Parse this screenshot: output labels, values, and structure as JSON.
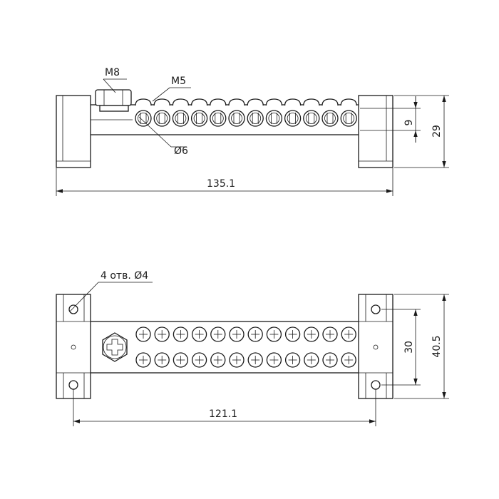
{
  "side_view": {
    "bolt_label": "M8",
    "screw_label": "M5",
    "hole_label": "Ø6",
    "length_dim": "135.1",
    "pitch_dim": "9",
    "height_dim": "29"
  },
  "top_view": {
    "mount_holes_label": "4 отв. Ø4",
    "hole_spacing_dim": "30",
    "width_dim": "40.5",
    "mount_length_dim": "121.1"
  },
  "terminals_per_row": 12
}
